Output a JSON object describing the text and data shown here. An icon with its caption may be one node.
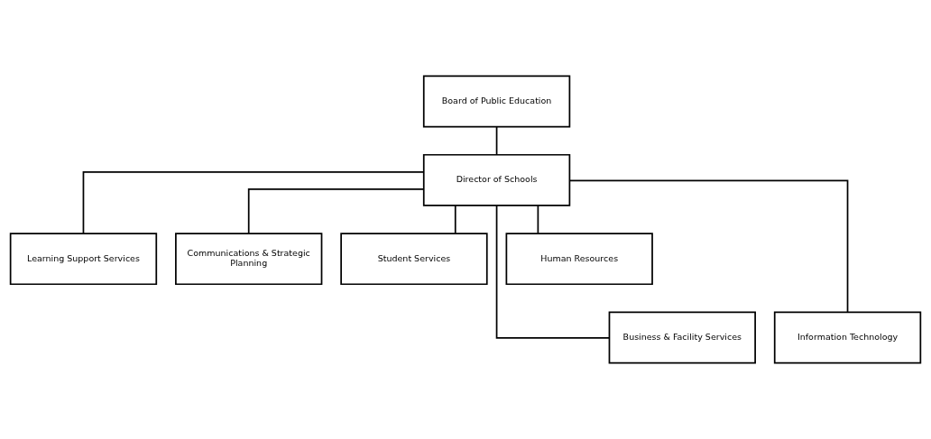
{
  "diagram": {
    "nodes": [
      {
        "text": [
          "Board of Public Education"
        ]
      },
      {
        "text": [
          "Director of Schools"
        ]
      },
      {
        "text": [
          "Learning Support Services"
        ]
      },
      {
        "text": [
          "Communications & Strategic Planning"
        ]
      },
      {
        "text": [
          "Student Services"
        ]
      },
      {
        "text": [
          "Human Resources"
        ]
      },
      {
        "text": [
          "Business & Facility Services"
        ]
      },
      {
        "text": [
          "Information Technology"
        ]
      }
    ],
    "edges": [
      {
        "from": 0,
        "to": 1,
        "arrow": "none"
      },
      {
        "from": 1,
        "to": 2,
        "arrow": "none"
      },
      {
        "from": 1,
        "to": 3,
        "arrow": "none"
      },
      {
        "from": 1,
        "to": 4,
        "arrow": "none"
      },
      {
        "from": 1,
        "to": 5,
        "arrow": "none"
      },
      {
        "from": 1,
        "to": 6,
        "arrow": "none"
      },
      {
        "from": 1,
        "to": 7,
        "arrow": "none"
      }
    ]
  }
}
